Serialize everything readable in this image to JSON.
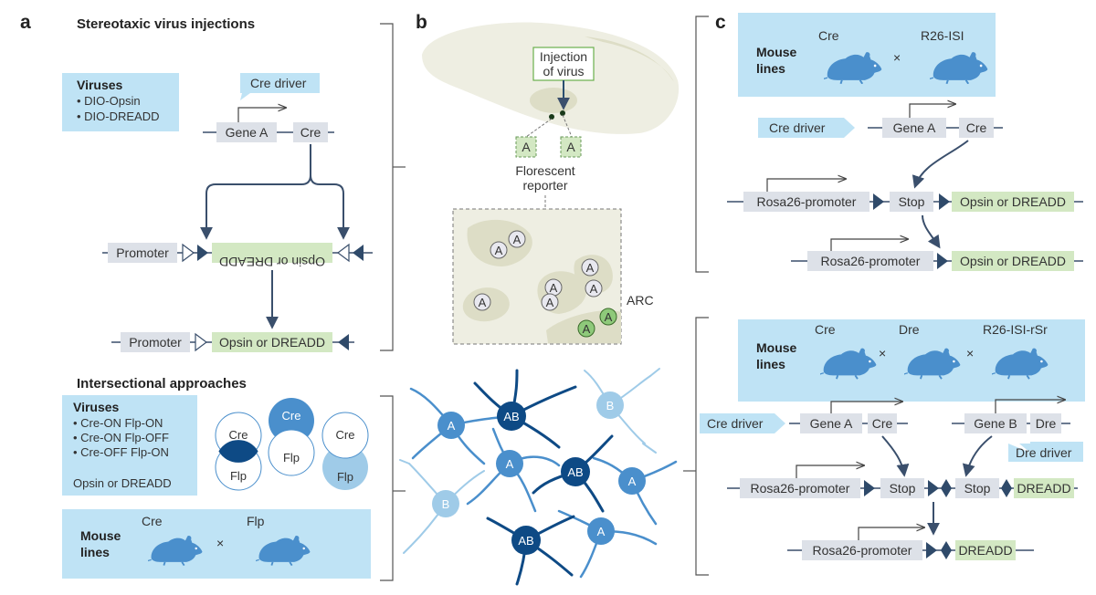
{
  "panels": {
    "a": {
      "letter": "a",
      "title": "Stereotaxic virus injections",
      "viruses_heading": "Viruses",
      "viruses": [
        "• DIO-Opsin",
        "• DIO-DREADD"
      ],
      "cre_driver": "Cre driver",
      "gene": "Gene A",
      "cre": "Cre",
      "promoter": "Promoter",
      "payload_inverted": "Opsin or DREADD",
      "payload": "Opsin or DREADD",
      "intersectional_title": "Intersectional approaches",
      "intersectional_viruses_heading": "Viruses",
      "intersectional_viruses": [
        "• Cre-ON Flp-ON",
        "• Cre-ON Flp-OFF",
        "• Cre-OFF Flp-ON"
      ],
      "intersectional_payload": "Opsin or DREADD",
      "venn_labels": {
        "cre": "Cre",
        "flp": "Flp"
      },
      "mouse_lines_label": [
        "Mouse",
        "lines"
      ],
      "mouse_names": [
        "Cre",
        "Flp"
      ],
      "cross": "×"
    },
    "b": {
      "letter": "b",
      "injection_label": [
        "Injection",
        "of virus"
      ],
      "reporter_tag": "A",
      "reporter_label": [
        "Florescent",
        "reporter"
      ],
      "cell_label": "A",
      "arc_label": "ARC",
      "network_labels": {
        "a": "A",
        "ab": "AB",
        "b": "B"
      }
    },
    "c": {
      "letter": "c",
      "top": {
        "mouse_lines_label": [
          "Mouse",
          "lines"
        ],
        "mouse_names": [
          "Cre",
          "R26-ISI"
        ],
        "cross": "×",
        "cre_driver": "Cre driver",
        "gene": "Gene A",
        "cre": "Cre",
        "rosa": "Rosa26-promoter",
        "stop": "Stop",
        "payload": "Opsin or DREADD"
      },
      "bottom": {
        "mouse_lines_label": [
          "Mouse",
          "lines"
        ],
        "mouse_names": [
          "Cre",
          "Dre",
          "R26-ISI-rSr"
        ],
        "cross": "×",
        "cre_driver": "Cre driver",
        "gene_a": "Gene A",
        "cre": "Cre",
        "gene_b": "Gene B",
        "dre": "Dre",
        "dre_driver": "Dre driver",
        "rosa": "Rosa26-promoter",
        "stop": "Stop",
        "payload": "DREADD"
      }
    }
  },
  "colors": {
    "light_blue": "#bfe3f5",
    "mid_blue": "#4a8fcc",
    "dark_blue": "#0e4a85",
    "pale_blue": "#9fcbe8",
    "gray_box": "#dde1e8",
    "green_box": "#d3e8c3",
    "navy": "#2f4a6a",
    "brain": "#eeeee2",
    "brain_dark": "#ddddc6"
  }
}
